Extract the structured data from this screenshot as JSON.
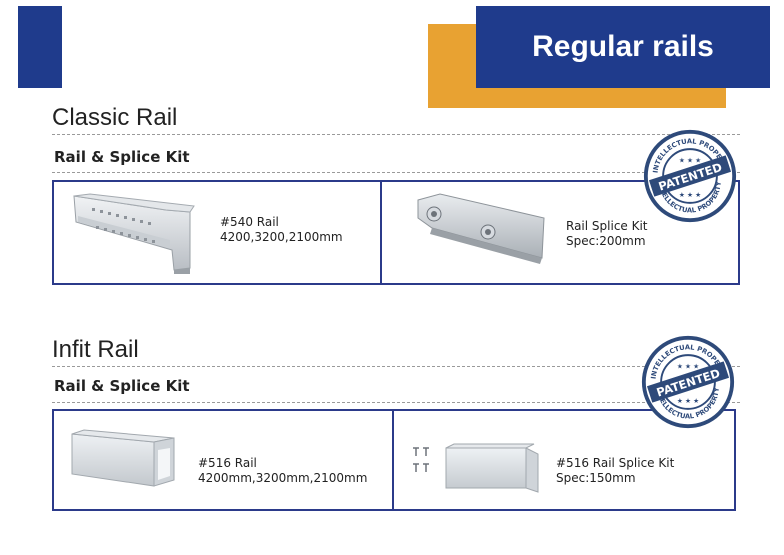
{
  "header": {
    "title": "Regular rails",
    "colors": {
      "blue": "#1f3b8c",
      "orange": "#e8a232"
    }
  },
  "sections": [
    {
      "title": "Classic Rail",
      "subtitle": "Rail & Splice Kit",
      "products": [
        {
          "name": "#540 Rail",
          "spec": "4200,3200,2100mm",
          "icon": "aluminum-rail-image"
        },
        {
          "name": "Rail Splice Kit",
          "spec": "Spec:200mm",
          "icon": "splice-kit-image"
        }
      ],
      "stamp": {
        "word": "PATENTED",
        "ring_top": "INTELLECTUAL PROPERTY",
        "ring_bottom": "INTELLECTUAL PROPERTY"
      }
    },
    {
      "title": "Infit Rail",
      "subtitle": "Rail & Splice Kit",
      "products": [
        {
          "name": "#516 Rail",
          "spec": "4200mm,3200mm,2100mm",
          "icon": "aluminum-rail-image"
        },
        {
          "name": "#516 Rail Splice Kit",
          "spec": "Spec:150mm",
          "icon": "splice-kit-image"
        }
      ],
      "stamp": {
        "word": "PATENTED",
        "ring_top": "INTELLECTUAL PROPERTY",
        "ring_bottom": "INTELLECTUAL PROPERTY"
      }
    }
  ]
}
